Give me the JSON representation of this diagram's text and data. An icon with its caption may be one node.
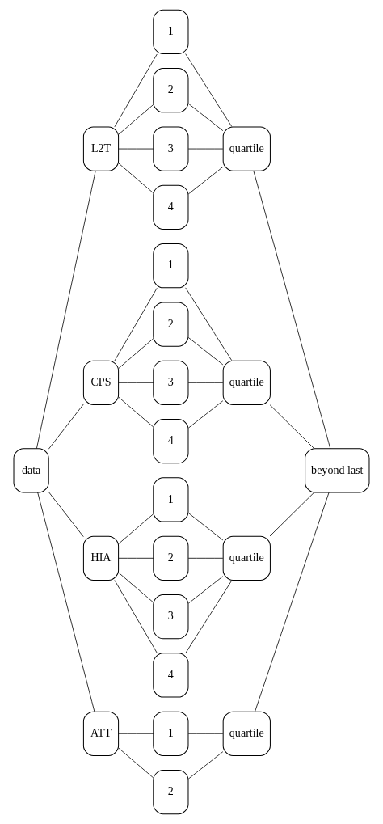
{
  "diagram": {
    "nodes": [
      {
        "text": [
          "data"
        ]
      },
      {
        "text": [
          "L2T"
        ]
      },
      {
        "text": [
          "1"
        ]
      },
      {
        "text": [
          "2"
        ]
      },
      {
        "text": [
          "3"
        ]
      },
      {
        "text": [
          "4"
        ]
      },
      {
        "text": [
          "quartile"
        ]
      },
      {
        "text": [
          "CPS"
        ]
      },
      {
        "text": [
          "1"
        ]
      },
      {
        "text": [
          "2"
        ]
      },
      {
        "text": [
          "3"
        ]
      },
      {
        "text": [
          "4"
        ]
      },
      {
        "text": [
          "quartile"
        ]
      },
      {
        "text": [
          "HIA"
        ]
      },
      {
        "text": [
          "1"
        ]
      },
      {
        "text": [
          "2"
        ]
      },
      {
        "text": [
          "3"
        ]
      },
      {
        "text": [
          "4"
        ]
      },
      {
        "text": [
          "quartile"
        ]
      },
      {
        "text": [
          "ATT"
        ]
      },
      {
        "text": [
          "1"
        ]
      },
      {
        "text": [
          "2"
        ]
      },
      {
        "text": [
          "quartile"
        ]
      },
      {
        "text": [
          "beyond last"
        ]
      }
    ],
    "edges": [
      {
        "from": 0,
        "to": 1,
        "arrow": "none"
      },
      {
        "from": 0,
        "to": 7,
        "arrow": "none"
      },
      {
        "from": 0,
        "to": 13,
        "arrow": "none"
      },
      {
        "from": 0,
        "to": 19,
        "arrow": "none"
      },
      {
        "from": 1,
        "to": 2,
        "arrow": "none"
      },
      {
        "from": 1,
        "to": 3,
        "arrow": "none"
      },
      {
        "from": 1,
        "to": 4,
        "arrow": "none"
      },
      {
        "from": 1,
        "to": 5,
        "arrow": "none"
      },
      {
        "from": 2,
        "to": 6,
        "arrow": "none"
      },
      {
        "from": 3,
        "to": 6,
        "arrow": "none"
      },
      {
        "from": 4,
        "to": 6,
        "arrow": "none"
      },
      {
        "from": 5,
        "to": 6,
        "arrow": "none"
      },
      {
        "from": 7,
        "to": 8,
        "arrow": "none"
      },
      {
        "from": 7,
        "to": 9,
        "arrow": "none"
      },
      {
        "from": 7,
        "to": 10,
        "arrow": "none"
      },
      {
        "from": 7,
        "to": 11,
        "arrow": "none"
      },
      {
        "from": 8,
        "to": 12,
        "arrow": "none"
      },
      {
        "from": 9,
        "to": 12,
        "arrow": "none"
      },
      {
        "from": 10,
        "to": 12,
        "arrow": "none"
      },
      {
        "from": 11,
        "to": 12,
        "arrow": "none"
      },
      {
        "from": 13,
        "to": 14,
        "arrow": "none"
      },
      {
        "from": 13,
        "to": 15,
        "arrow": "none"
      },
      {
        "from": 13,
        "to": 16,
        "arrow": "none"
      },
      {
        "from": 13,
        "to": 17,
        "arrow": "none"
      },
      {
        "from": 14,
        "to": 18,
        "arrow": "none"
      },
      {
        "from": 15,
        "to": 18,
        "arrow": "none"
      },
      {
        "from": 16,
        "to": 18,
        "arrow": "none"
      },
      {
        "from": 17,
        "to": 18,
        "arrow": "none"
      },
      {
        "from": 19,
        "to": 20,
        "arrow": "none"
      },
      {
        "from": 19,
        "to": 21,
        "arrow": "none"
      },
      {
        "from": 20,
        "to": 22,
        "arrow": "none"
      },
      {
        "from": 21,
        "to": 22,
        "arrow": "none"
      },
      {
        "from": 6,
        "to": 23,
        "arrow": "none"
      },
      {
        "from": 12,
        "to": 23,
        "arrow": "none"
      },
      {
        "from": 18,
        "to": 23,
        "arrow": "none"
      },
      {
        "from": 22,
        "to": 23,
        "arrow": "none"
      }
    ]
  }
}
